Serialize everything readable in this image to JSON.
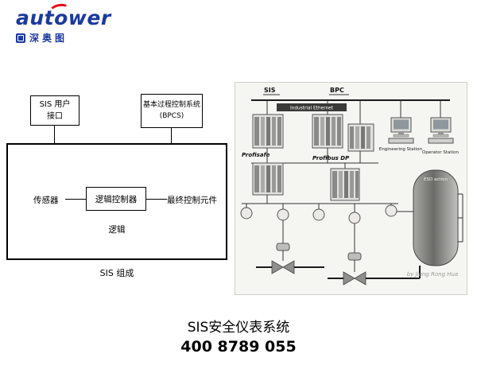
{
  "logo": {
    "brand": "autower",
    "brand_cn": "深奥图",
    "brand_color": "#1c3a9e",
    "accent_color": "#e60012"
  },
  "left_diagram": {
    "sis_ui": {
      "line1": "SIS 用户",
      "line2": "接口"
    },
    "bpcs": {
      "line1": "基本过程控制系统",
      "line2": "(BPCS)"
    },
    "sensor": "传感器",
    "logic_controller": "逻辑控制器",
    "final_element": "最终控制元件",
    "logic": "逻辑",
    "caption": "SIS 组成"
  },
  "right_diagram": {
    "sis": "SIS",
    "bpc": "BPC",
    "industrial_ethernet": "Industrial Ethernet",
    "profisafe": "Profisafe",
    "profibus_dp": "Profibus DP",
    "engineering_station": "Engineering Station",
    "operator_station": "Operator Station",
    "esd": "ESD action",
    "watermark": "by Jiang Rong Hua"
  },
  "footer": {
    "title": "SIS安全仪表系统",
    "phone": "400 8789 055"
  }
}
